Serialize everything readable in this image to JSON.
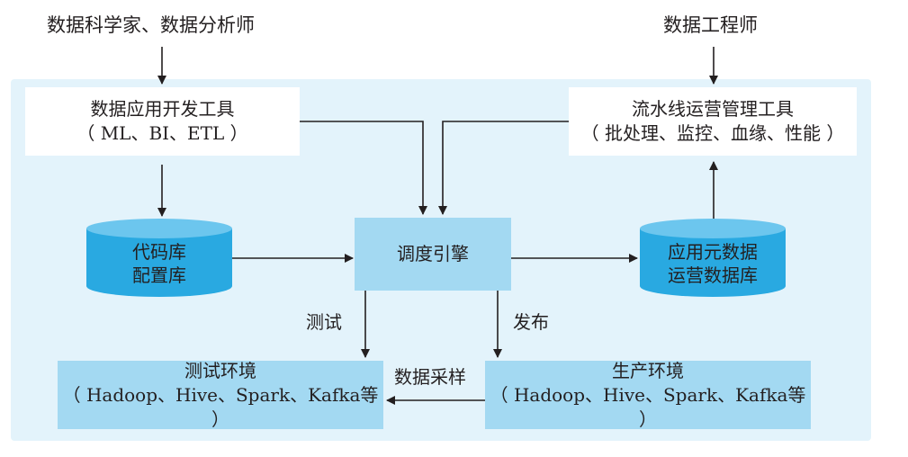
{
  "roles": {
    "left": "数据科学家、数据分析师",
    "right": "数据工程师"
  },
  "nodes": {
    "dev_tools": {
      "title": "数据应用开发工具",
      "subtitle": "（ ML、BI、ETL ）"
    },
    "pipeline_tools": {
      "title": "流水线运营管理工具",
      "subtitle": "（ 批处理、监控、血缘、性能 ）"
    },
    "code_repo": {
      "line1": "代码库",
      "line2": "配置库"
    },
    "scheduler": {
      "title": "调度引擎"
    },
    "metadata_db": {
      "line1": "应用元数据",
      "line2": "运营数据库"
    },
    "test_env": {
      "title": "测试环境",
      "subtitle": "（ Hadoop、Hive、Spark、Kafka等 ）"
    },
    "prod_env": {
      "title": "生产环境",
      "subtitle": "（ Hadoop、Hive、Spark、Kafka等 ）"
    }
  },
  "edges": {
    "test": "测试",
    "release": "发布",
    "sampling": "数据采样"
  },
  "colors": {
    "panel": "#e3f3fb",
    "box_blue": "#a3d9f2",
    "cylinder": "#29a9e1",
    "cylinder_top": "#6cc6ee",
    "arrow": "#231f20"
  }
}
